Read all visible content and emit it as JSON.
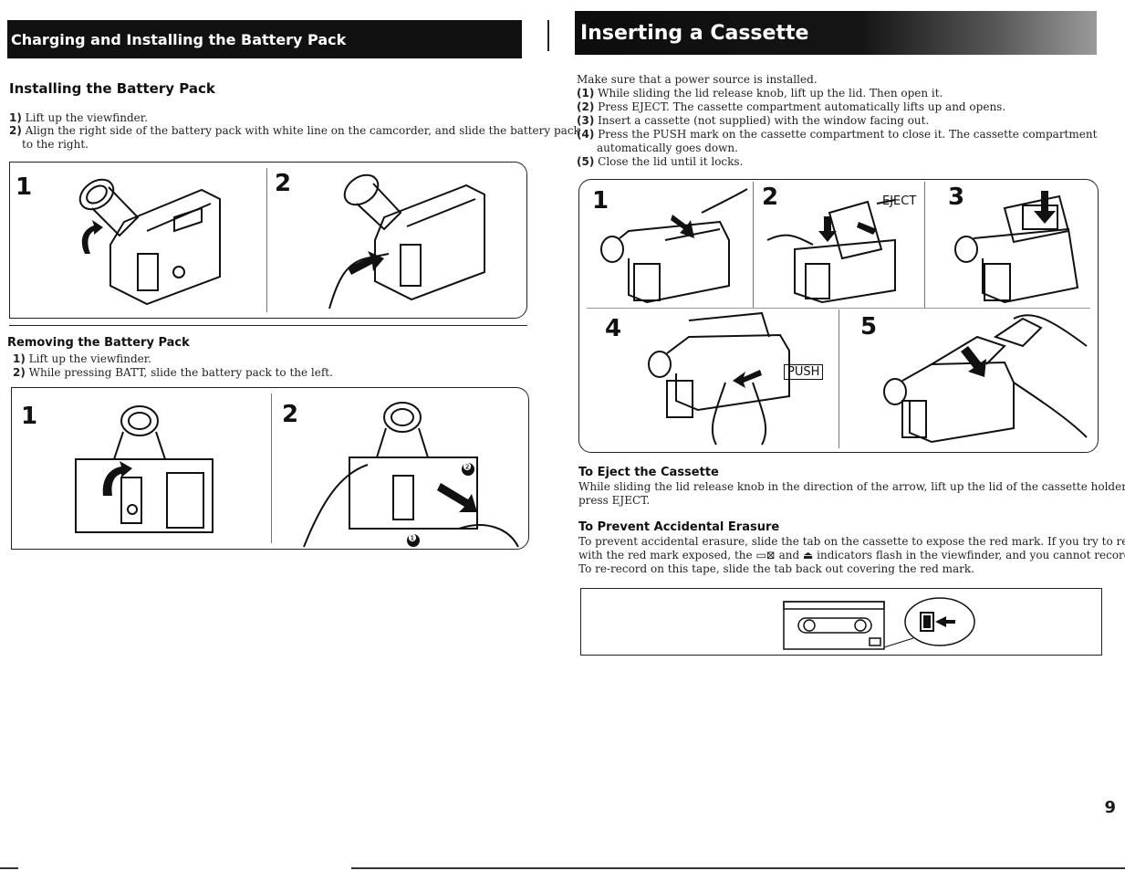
{
  "left": {
    "section_title": "Charging and Installing the Battery Pack",
    "install": {
      "heading": "Installing the Battery Pack",
      "steps": [
        {
          "num": "1)",
          "text": "Lift up the viewfinder."
        },
        {
          "num": "2)",
          "text": "Align the right side of the battery pack with white line on the camcorder, and slide the battery pack"
        },
        {
          "num": "",
          "text": "to the right."
        }
      ],
      "figure_numbers": [
        "1",
        "2"
      ]
    },
    "remove": {
      "heading": "Removing the Battery Pack",
      "steps": [
        {
          "num": "1)",
          "text": "Lift up the viewfinder."
        },
        {
          "num": "2)",
          "text": "While pressing BATT, slide the battery pack to the left."
        }
      ],
      "figure_numbers": [
        "1",
        "2"
      ],
      "callouts": [
        "❷",
        "❶"
      ]
    }
  },
  "right": {
    "section_title": "Inserting a Cassette",
    "intro": "Make sure that a power source is installed.",
    "steps": [
      {
        "num": "(1)",
        "text": "While sliding the lid release knob, lift up the lid. Then open it."
      },
      {
        "num": "(2)",
        "text": "Press EJECT. The cassette compartment automatically lifts up and opens."
      },
      {
        "num": "(3)",
        "text": "Insert a cassette (not supplied) with the window facing out."
      },
      {
        "num": "(4)",
        "text": "Press the PUSH mark on the cassette compartment to close it. The cassette compartment"
      },
      {
        "num": "",
        "text": "automatically goes down."
      },
      {
        "num": "(5)",
        "text": "Close the lid until it locks."
      }
    ],
    "figure_numbers": [
      "1",
      "2",
      "3",
      "4",
      "5"
    ],
    "labels": {
      "eject": "EJECT",
      "push": "PUSH"
    },
    "eject": {
      "heading": "To Eject the Cassette",
      "lines": [
        "While sliding the lid release knob in the direction of the arrow, lift up the lid of the cassette holder and",
        "press EJECT."
      ]
    },
    "prevent": {
      "heading": "To Prevent Accidental Erasure",
      "lines": [
        "To prevent accidental erasure, slide the tab on the cassette to expose the red mark. If you try to record",
        "with the red mark exposed, the ▭⊠ and ⏏ indicators flash in the viewfinder, and you cannot record.",
        "To re-record on this tape, slide the tab back out covering the red mark."
      ]
    }
  },
  "page_number": "9"
}
